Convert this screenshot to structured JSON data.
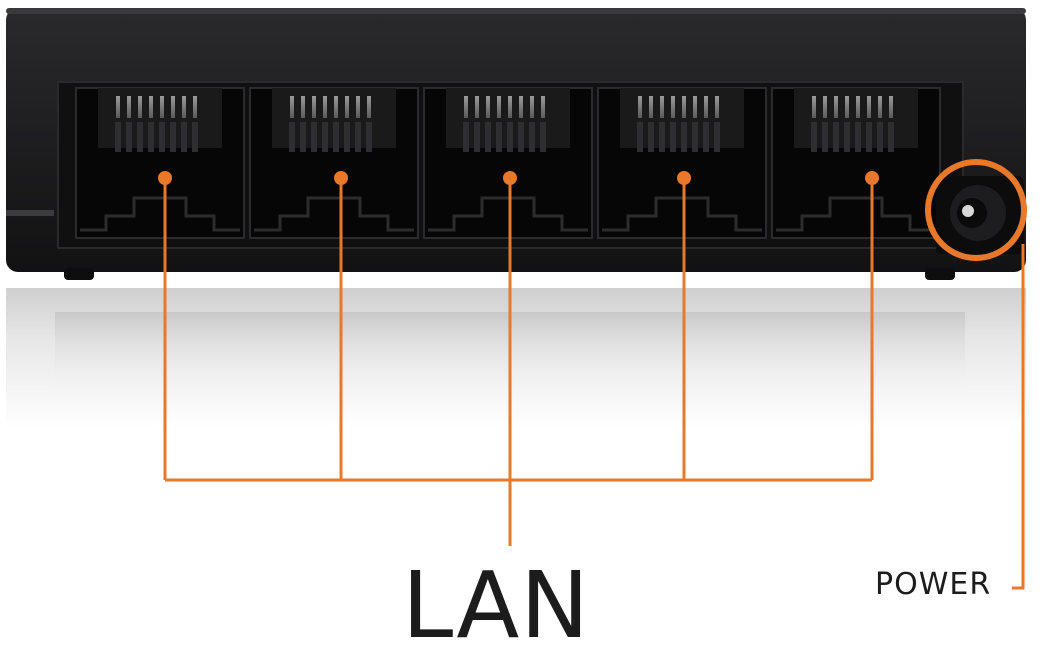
{
  "labels": {
    "lan": "LAN",
    "power": "POWER"
  },
  "device": {
    "lan_port_count": 5,
    "power_port_count": 1
  },
  "colors": {
    "accent": "#E8782A",
    "housing": "#1b1b1d",
    "label_text": "#1c1c1c"
  }
}
